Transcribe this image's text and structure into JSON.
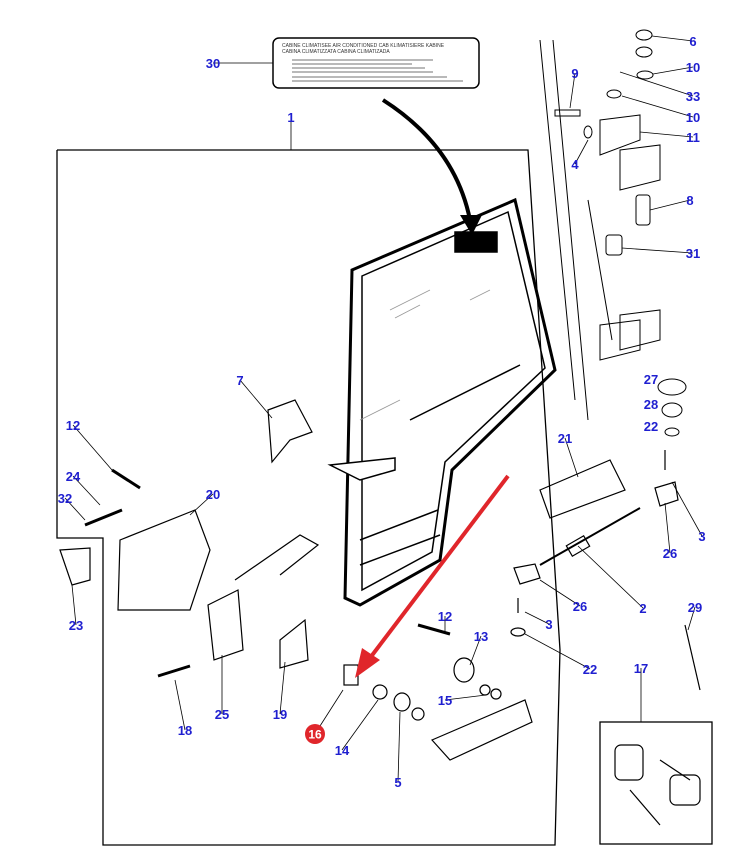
{
  "decal": {
    "line1": "CABINE CLIMATISEE   AIR CONDITIONED CAB   KLIMATISIERE KABINE",
    "line2": "CABINA CLIMATIZZATA   CABINA CLIMATIZADA"
  },
  "callouts": [
    "30",
    "1",
    "6",
    "10",
    "33",
    "10",
    "11",
    "9",
    "4",
    "8",
    "31",
    "27",
    "28",
    "22",
    "7",
    "12",
    "24",
    "32",
    "20",
    "23",
    "21",
    "3",
    "26",
    "26",
    "2",
    "3",
    "22",
    "29",
    "17",
    "12",
    "13",
    "15",
    "25",
    "19",
    "18",
    "14",
    "5"
  ],
  "highlight": {
    "label": "16",
    "color": "#e0262b"
  },
  "colors": {
    "callout": "#1f1fd0",
    "arrow": "#e0262b"
  }
}
